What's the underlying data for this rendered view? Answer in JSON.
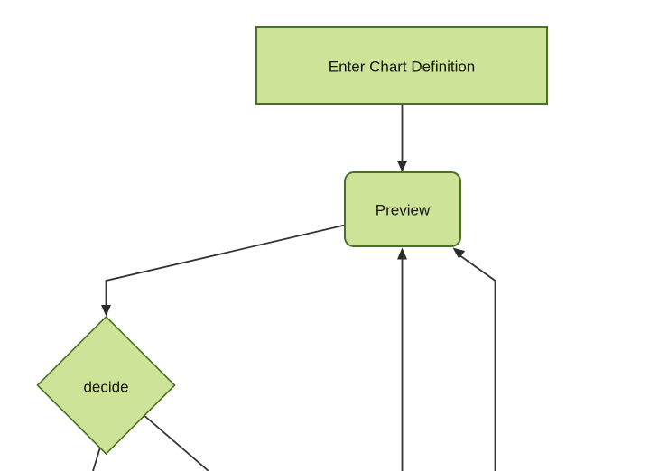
{
  "diagram": {
    "type": "flowchart",
    "background_color": "#ffffff",
    "colors": {
      "node_fill": "#cde498",
      "node_border": "#4a7023",
      "edge_line": "#333333",
      "arrowhead": "#2b2b2b",
      "label_text": "#161616"
    },
    "nodes": [
      {
        "id": "enter-chart-definition",
        "label": "Enter Chart Definition",
        "shape": "rectangle"
      },
      {
        "id": "preview",
        "label": "Preview",
        "shape": "rounded-rectangle"
      },
      {
        "id": "decide",
        "label": "decide",
        "shape": "diamond"
      }
    ],
    "edges": [
      {
        "from": "enter-chart-definition",
        "to": "preview",
        "arrowhead": true
      },
      {
        "from": "preview",
        "to": "decide",
        "arrowhead": true
      },
      {
        "from": "offscreen-bottom-center",
        "to": "preview",
        "arrowhead": true
      },
      {
        "from": "offscreen-bottom-right",
        "to": "preview",
        "arrowhead": true
      },
      {
        "from": "decide",
        "to": "offscreen-bottom-left",
        "arrowhead": false
      },
      {
        "from": "decide",
        "to": "offscreen-bottom-right",
        "arrowhead": false
      }
    ]
  }
}
